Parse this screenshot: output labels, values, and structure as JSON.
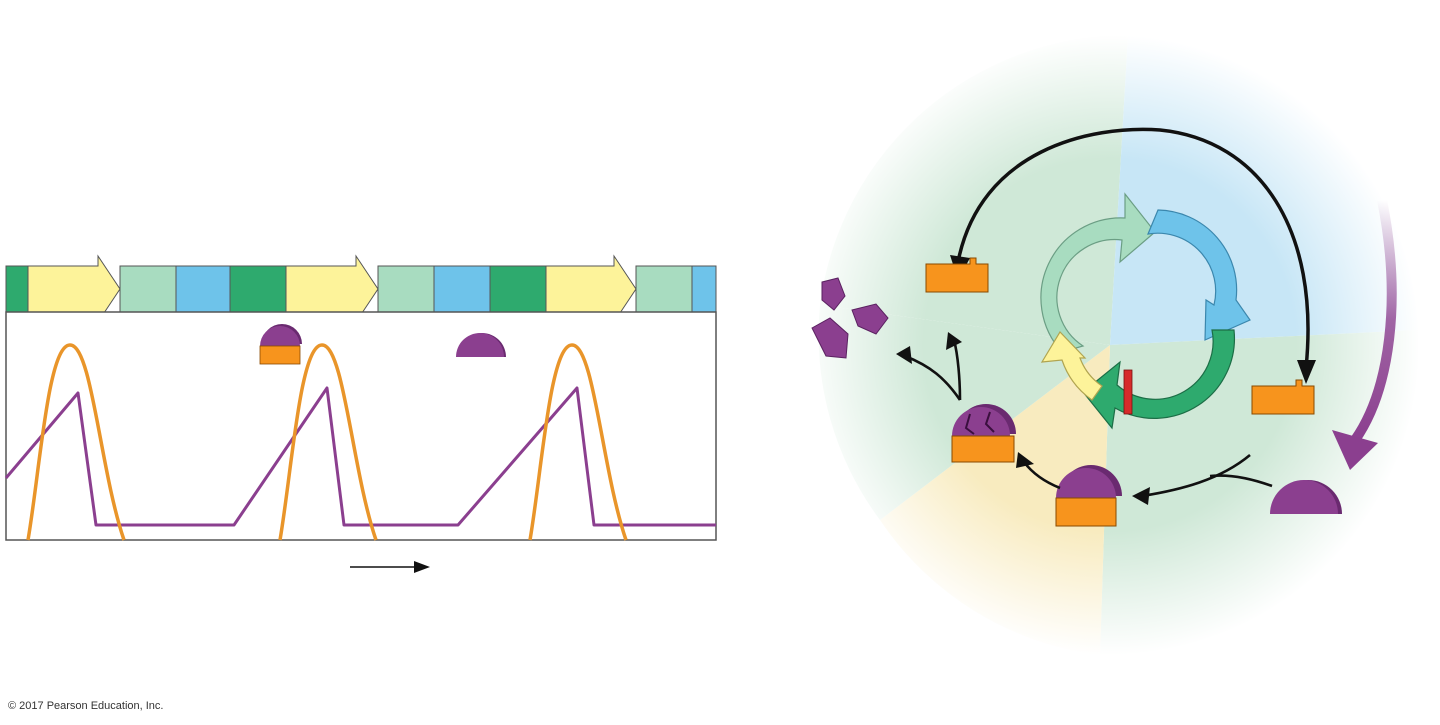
{
  "copyright": "© 2017 Pearson Education, Inc.",
  "colors": {
    "g1": "#a8dcc0",
    "s": "#6ec3ea",
    "g2": "#2eaa6e",
    "m": "#fdf39a",
    "mpf": "#e9952a",
    "cyclin": "#8b3f8f",
    "cdk": "#f7941d",
    "arrow": "#111111",
    "bg_green": "#cfe8d7",
    "bg_blue": "#c7e6f6",
    "bg_yellow": "#f8ebbf",
    "checkpoint": "#d62b2b"
  },
  "timeline_phases": [
    "g2",
    "m",
    "g1",
    "s",
    "g2",
    "m",
    "g1",
    "s",
    "g2",
    "m",
    "g1",
    "s"
  ],
  "icons": {
    "time_arrow": "right-arrow-icon",
    "degraded_cyclin": "fragments-icon"
  }
}
